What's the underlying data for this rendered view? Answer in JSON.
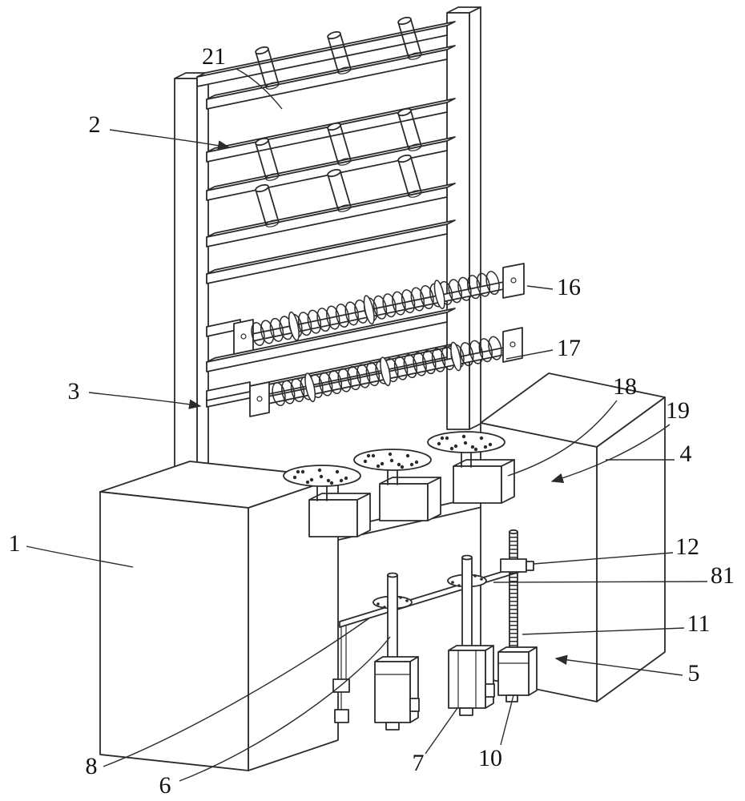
{
  "figure": {
    "background": "#ffffff",
    "ink_color": "#2b2b2b",
    "labels": [
      "21",
      "2",
      "3",
      "16",
      "17",
      "18",
      "19",
      "4",
      "1",
      "12",
      "81",
      "11",
      "5",
      "8",
      "6",
      "7",
      "10"
    ],
    "springs": [
      {
        "loops": 26,
        "spacing": 12,
        "loop_rx": 7.5,
        "loop_ry": 14.5,
        "collars": [
          46,
          142,
          232
        ]
      },
      {
        "loops": 24,
        "spacing": 12,
        "loop_rx": 7.5,
        "loop_ry": 14.5,
        "collars": [
          40,
          136,
          226
        ]
      }
    ]
  }
}
